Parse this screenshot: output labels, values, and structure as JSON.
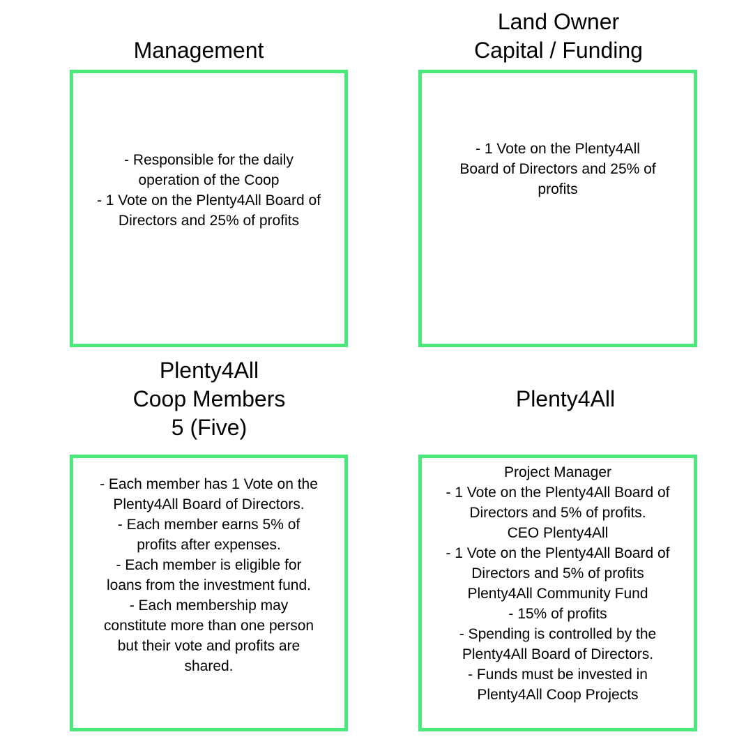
{
  "accent": "#4ae87b",
  "boxes": [
    {
      "title": "Management",
      "body": "- Responsible for the daily\noperation of the Coop\n- 1 Vote on the Plenty4All Board of\nDirectors and 25% of profits"
    },
    {
      "title": "Land Owner\nCapital / Funding",
      "body": "- 1 Vote on the Plenty4All\nBoard of Directors and 25% of\nprofits"
    },
    {
      "title": "Plenty4All\nCoop Members\n5 (Five)",
      "body": "- Each member has 1 Vote on the\nPlenty4All Board of Directors.\n- Each member earns 5% of\nprofits after expenses.\n- Each member is eligible for\nloans from the investment fund.\n- Each membership may\nconstitute more than one person\nbut their vote and profits are\nshared."
    },
    {
      "title": "Plenty4All",
      "body": "Project Manager\n- 1 Vote on the Plenty4All Board of\nDirectors and 5% of profits.\nCEO Plenty4All\n- 1 Vote on the Plenty4All Board of\nDirectors and 5% of profits\nPlenty4All Community Fund\n- 15% of profits\n- Spending is controlled by the\nPlenty4All Board of Directors.\n- Funds must be invested in\nPlenty4All Coop Projects"
    }
  ]
}
